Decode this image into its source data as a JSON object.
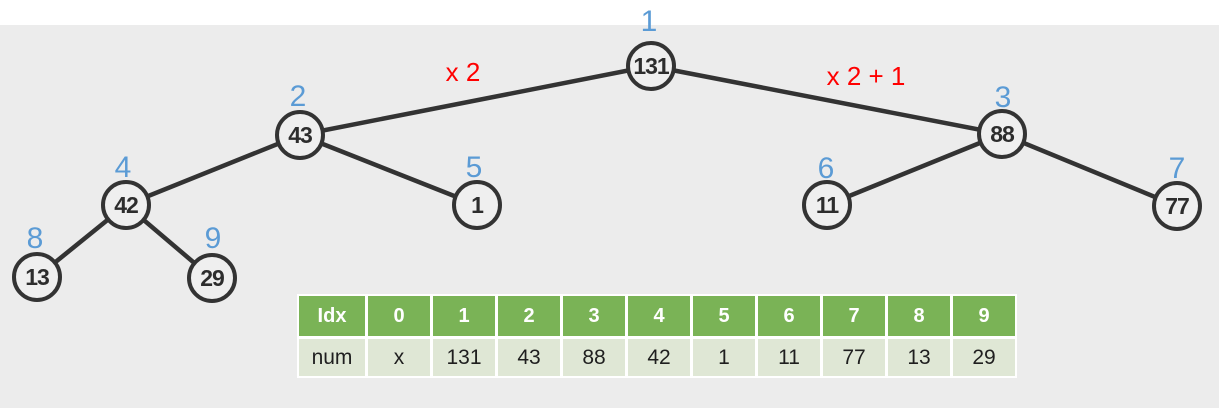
{
  "colors": {
    "canvas_background": "#ececec",
    "top_band": "#ffffff",
    "node_stroke": "#333333",
    "node_fill": "#efefef",
    "index_label_blue": "#5b9bd5",
    "operation_label_red": "#ff0000",
    "table_header_green": "#7ab356",
    "table_header_text": "#ffffff",
    "table_body_green": "#dfe7d5",
    "table_body_text": "#1f1f1f"
  },
  "tree": {
    "nodes": [
      {
        "id": 1,
        "value": "131",
        "index_label": "1"
      },
      {
        "id": 2,
        "value": "43",
        "index_label": "2"
      },
      {
        "id": 3,
        "value": "88",
        "index_label": "3"
      },
      {
        "id": 4,
        "value": "42",
        "index_label": "4"
      },
      {
        "id": 5,
        "value": "1",
        "index_label": "5"
      },
      {
        "id": 6,
        "value": "11",
        "index_label": "6"
      },
      {
        "id": 7,
        "value": "77",
        "index_label": "7"
      },
      {
        "id": 8,
        "value": "13",
        "index_label": "8"
      },
      {
        "id": 9,
        "value": "29",
        "index_label": "9"
      }
    ],
    "edges": [
      {
        "from": 1,
        "to": 2
      },
      {
        "from": 1,
        "to": 3
      },
      {
        "from": 2,
        "to": 4
      },
      {
        "from": 2,
        "to": 5
      },
      {
        "from": 3,
        "to": 6
      },
      {
        "from": 3,
        "to": 7
      },
      {
        "from": 4,
        "to": 8
      },
      {
        "from": 4,
        "to": 9
      }
    ],
    "operation_labels": [
      {
        "id": "left",
        "text": "x 2"
      },
      {
        "id": "right",
        "text": "x 2 + 1"
      }
    ]
  },
  "table": {
    "header_label": "Idx",
    "row_label": "num",
    "indices": [
      "0",
      "1",
      "2",
      "3",
      "4",
      "5",
      "6",
      "7",
      "8",
      "9"
    ],
    "values": [
      "x",
      "131",
      "43",
      "88",
      "42",
      "1",
      "11",
      "77",
      "13",
      "29"
    ]
  }
}
